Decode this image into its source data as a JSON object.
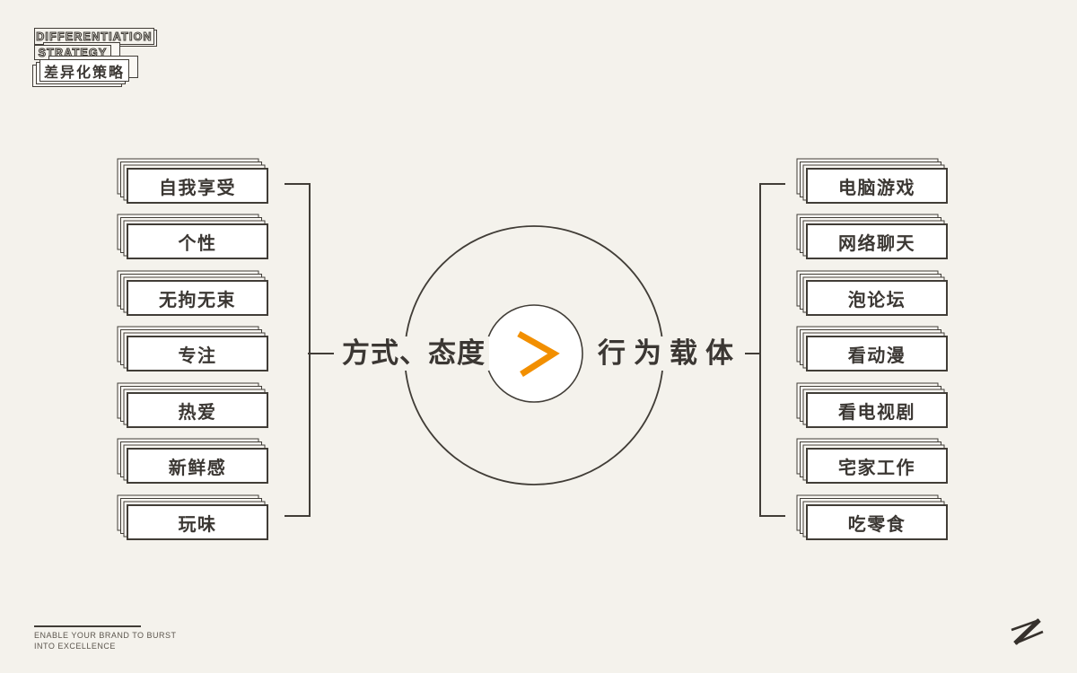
{
  "colors": {
    "background": "#F4F2EC",
    "ink": "#3B3733",
    "line": "#413D37",
    "accent_orange": "#F28F00",
    "card_fill": "#FFFFFF"
  },
  "header": {
    "title_en_line1": "DIFFERENTIATION",
    "title_en_line2": "STRATEGY",
    "title_cn": "差异化策略"
  },
  "diagram": {
    "left_group": {
      "label": "方式、态度",
      "items": [
        "自我享受",
        "个性",
        "无拘无束",
        "专注",
        "热爱",
        "新鲜感",
        "玩味"
      ]
    },
    "center_icon": "greater-than-icon",
    "right_group": {
      "label": "行为载体",
      "items": [
        "电脑游戏",
        "网络聊天",
        "泡论坛",
        "看动漫",
        "看电视剧",
        "宅家工作",
        "吃零食"
      ]
    }
  },
  "footer": {
    "tagline_line1": "ENABLE YOUR BRAND TO BURST",
    "tagline_line2": "INTO EXCELLENCE",
    "logo": "z-logo"
  }
}
